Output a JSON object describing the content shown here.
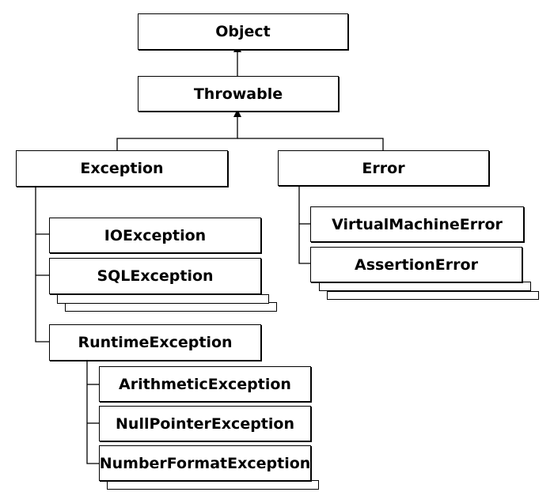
{
  "diagram": {
    "nodes": {
      "object": "Object",
      "throwable": "Throwable",
      "exception": "Exception",
      "error": "Error",
      "io_exception": "IOException",
      "sql_exception": "SQLException",
      "runtime_exception": "RuntimeException",
      "virtual_machine_error": "VirtualMachineError",
      "assertion_error": "AssertionError",
      "arithmetic_exception": "ArithmeticException",
      "null_pointer_exception": "NullPointerException",
      "number_format_exception": "NumberFormatException"
    },
    "edges": [
      [
        "throwable",
        "object"
      ],
      [
        "exception",
        "throwable"
      ],
      [
        "error",
        "throwable"
      ],
      [
        "io_exception",
        "exception"
      ],
      [
        "sql_exception",
        "exception"
      ],
      [
        "runtime_exception",
        "exception"
      ],
      [
        "virtual_machine_error",
        "error"
      ],
      [
        "assertion_error",
        "error"
      ],
      [
        "arithmetic_exception",
        "runtime_exception"
      ],
      [
        "null_pointer_exception",
        "runtime_exception"
      ],
      [
        "number_format_exception",
        "runtime_exception"
      ]
    ],
    "colors": {
      "line": "#000000",
      "box_fill": "#ffffff",
      "text": "#000000"
    }
  }
}
